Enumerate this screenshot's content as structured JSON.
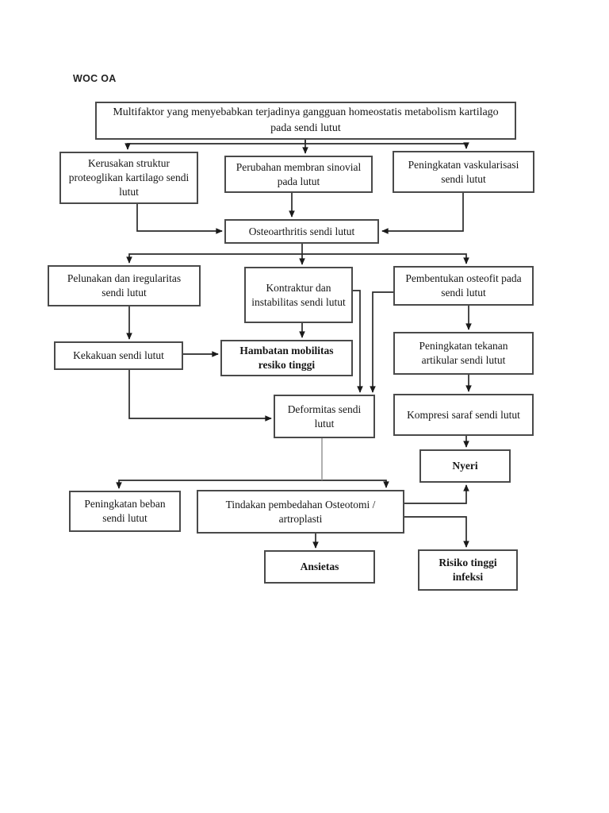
{
  "page_label": "WOC OA",
  "colors": {
    "background": "#ffffff",
    "ink": "#161616",
    "box_border": "#4a4a4a",
    "connector": "#2a2a2a",
    "muted_connector": "#8f8f8f"
  },
  "nodes": {
    "multifaktor": "Multifaktor yang menyebabkan terjadinya gangguan homeostatis metabolism kartilago pada sendi lutut",
    "kerusakan": "Kerusakan struktur proteoglikan kartilago sendi lutut",
    "perubahan": "Perubahan membran sinovial pada lutut",
    "vaskularisasi": "Peningkatan vaskularisasi sendi lutut",
    "osteoarthritis": "Osteoarthritis sendi lutut",
    "pelunakan": "Pelunakan dan iregularitas sendi lutut",
    "kontraktur": "Kontraktur dan instabilitas sendi lutut",
    "pembentukan": "Pembentukan osteofit pada sendi lutut",
    "kekakuan": "Kekakuan sendi lutut",
    "hambatan": "Hambatan mobilitas resiko tinggi",
    "tekanan": "Peningkatan tekanan artikular sendi lutut",
    "deformitas": "Deformitas sendi lutut",
    "kompresi": "Kompresi saraf sendi lutut",
    "nyeri": "Nyeri",
    "beban": "Peningkatan beban sendi lutut",
    "tindakan": "Tindakan pembedahan Osteotomi / artroplasti",
    "ansietas": "Ansietas",
    "risiko": "Risiko tinggi infeksi"
  },
  "edges": [
    {
      "from": "multifaktor",
      "to": "kerusakan"
    },
    {
      "from": "multifaktor",
      "to": "perubahan"
    },
    {
      "from": "multifaktor",
      "to": "vaskularisasi"
    },
    {
      "from": "kerusakan",
      "to": "osteoarthritis"
    },
    {
      "from": "perubahan",
      "to": "osteoarthritis"
    },
    {
      "from": "vaskularisasi",
      "to": "osteoarthritis"
    },
    {
      "from": "osteoarthritis",
      "to": "pelunakan"
    },
    {
      "from": "osteoarthritis",
      "to": "kontraktur"
    },
    {
      "from": "osteoarthritis",
      "to": "pembentukan"
    },
    {
      "from": "pelunakan",
      "to": "kekakuan"
    },
    {
      "from": "kekakuan",
      "to": "hambatan"
    },
    {
      "from": "kontraktur",
      "to": "hambatan"
    },
    {
      "from": "kontraktur",
      "to": "deformitas"
    },
    {
      "from": "pembentukan",
      "to": "deformitas"
    },
    {
      "from": "pembentukan",
      "to": "tekanan"
    },
    {
      "from": "tekanan",
      "to": "kompresi"
    },
    {
      "from": "kompresi",
      "to": "nyeri"
    },
    {
      "from": "kekakuan",
      "to": "deformitas"
    },
    {
      "from": "deformitas",
      "to": "beban"
    },
    {
      "from": "deformitas",
      "to": "tindakan"
    },
    {
      "from": "tindakan",
      "to": "ansietas"
    },
    {
      "from": "tindakan",
      "to": "nyeri"
    },
    {
      "from": "tindakan",
      "to": "risiko"
    }
  ]
}
